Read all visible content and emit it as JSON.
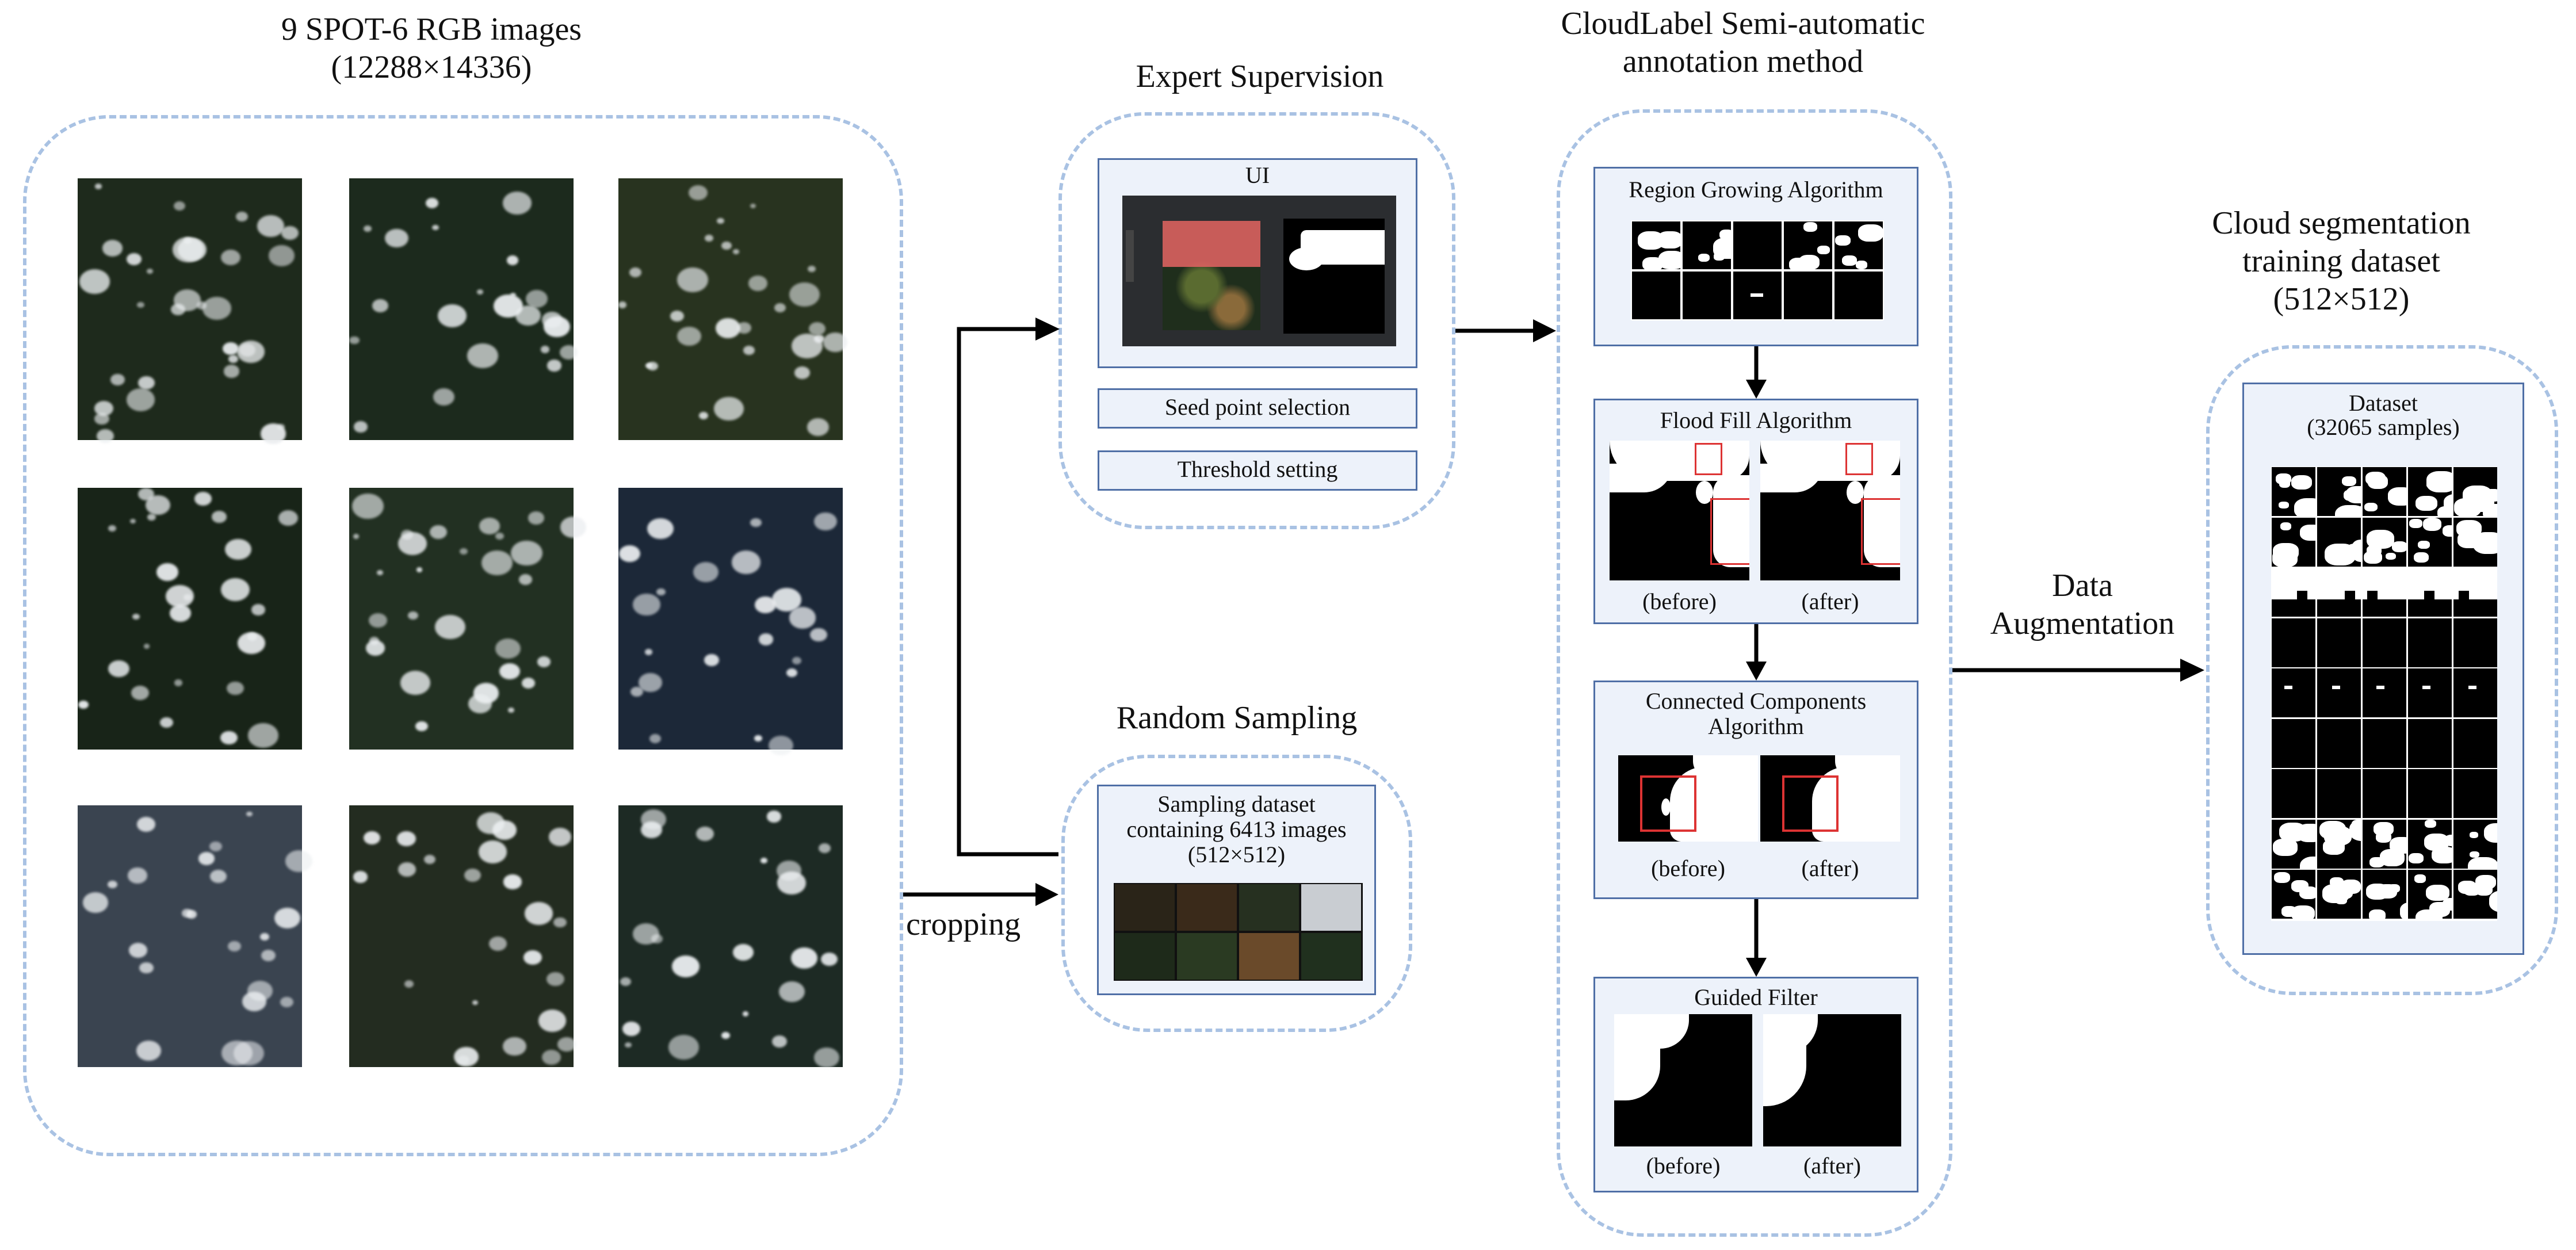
{
  "left_group": {
    "title_line1": "9 SPOT-6 RGB images",
    "title_line2": "(12288×14336)",
    "image_count": 9
  },
  "cropping_label": "cropping",
  "expert": {
    "title": "Expert Supervision",
    "ui_label": "UI",
    "seed_button": "Seed point selection",
    "threshold_button": "Threshold setting"
  },
  "random": {
    "title": "Random Sampling",
    "line1": "Sampling dataset",
    "line2": "containing 6413 images",
    "line3": "(512×512)"
  },
  "cloudlabel": {
    "title_line1": "CloudLabel Semi-automatic",
    "title_line2": "annotation method",
    "region": {
      "title": "Region Growing Algorithm"
    },
    "flood": {
      "title": "Flood Fill Algorithm",
      "before": "(before)",
      "after": "(after)"
    },
    "connected": {
      "title_line1": "Connected Components",
      "title_line2": "Algorithm",
      "before": "(before)",
      "after": "(after)"
    },
    "guided": {
      "title": "Guided Filter",
      "before": "(before)",
      "after": "(after)"
    }
  },
  "augmentation": {
    "line1": "Data",
    "line2": "Augmentation"
  },
  "output": {
    "title_line1": "Cloud segmentation",
    "title_line2": "training dataset",
    "title_line3": "(512×512)",
    "dataset_label": "Dataset",
    "dataset_count": "(32065 samples)"
  },
  "colors": {
    "dashed_border": "#a9c2e3",
    "panel_fill": "#edf2fa",
    "panel_border": "#4f6fa6",
    "arrow": "#000000"
  }
}
